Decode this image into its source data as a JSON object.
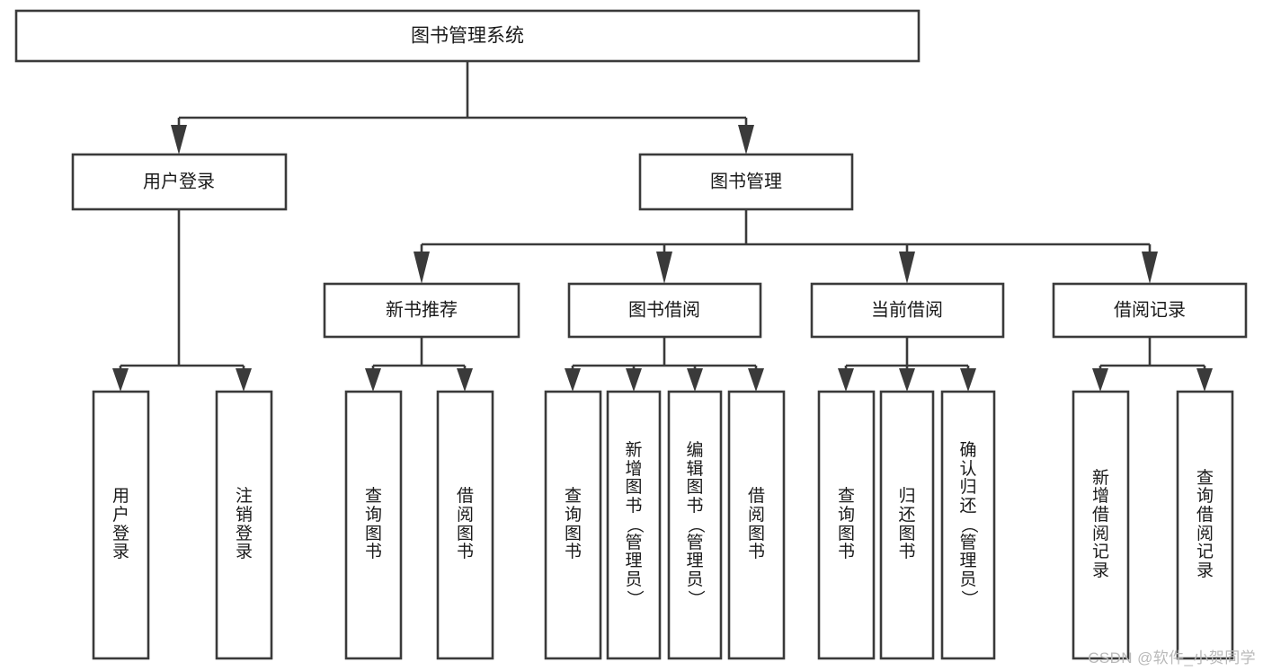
{
  "diagram": {
    "type": "tree",
    "title": "图书管理系统",
    "root": {
      "id": "root",
      "label": "图书管理系统"
    },
    "level2": [
      {
        "id": "user-login",
        "label": "用户登录"
      },
      {
        "id": "book-manage",
        "label": "图书管理"
      }
    ],
    "level3": [
      {
        "id": "new-book-recommend",
        "label": "新书推荐",
        "parent": "book-manage"
      },
      {
        "id": "book-borrow",
        "label": "图书借阅",
        "parent": "book-manage"
      },
      {
        "id": "current-borrow",
        "label": "当前借阅",
        "parent": "book-manage"
      },
      {
        "id": "borrow-record",
        "label": "借阅记录",
        "parent": "book-manage"
      }
    ],
    "leaves": [
      {
        "id": "leaf-user-login",
        "label": "用户登录",
        "parent": "user-login"
      },
      {
        "id": "leaf-logout",
        "label": "注销登录",
        "parent": "user-login"
      },
      {
        "id": "leaf-query-book-1",
        "label": "查询图书",
        "parent": "new-book-recommend"
      },
      {
        "id": "leaf-borrow-book-1",
        "label": "借阅图书",
        "parent": "new-book-recommend"
      },
      {
        "id": "leaf-query-book-2",
        "label": "查询图书",
        "parent": "book-borrow"
      },
      {
        "id": "leaf-add-book",
        "label": "新增图书（管理员）",
        "parent": "book-borrow"
      },
      {
        "id": "leaf-edit-book",
        "label": "编辑图书（管理员）",
        "parent": "book-borrow"
      },
      {
        "id": "leaf-borrow-book-2",
        "label": "借阅图书",
        "parent": "book-borrow"
      },
      {
        "id": "leaf-query-book-3",
        "label": "查询图书",
        "parent": "current-borrow"
      },
      {
        "id": "leaf-return-book",
        "label": "归还图书",
        "parent": "current-borrow"
      },
      {
        "id": "leaf-confirm-return",
        "label": "确认归还（管理员）",
        "parent": "current-borrow"
      },
      {
        "id": "leaf-add-record",
        "label": "新增借阅记录",
        "parent": "borrow-record"
      },
      {
        "id": "leaf-query-record",
        "label": "查询借阅记录",
        "parent": "borrow-record"
      }
    ],
    "colors": {
      "box_stroke": "#3a3a3a",
      "box_fill": "#ffffff",
      "line": "#3a3a3a",
      "text": "#1a1a1a",
      "background": "#ffffff",
      "watermark": "#b9b9b9"
    }
  },
  "watermark": {
    "text": "CSDN @软件_小贺同学"
  }
}
